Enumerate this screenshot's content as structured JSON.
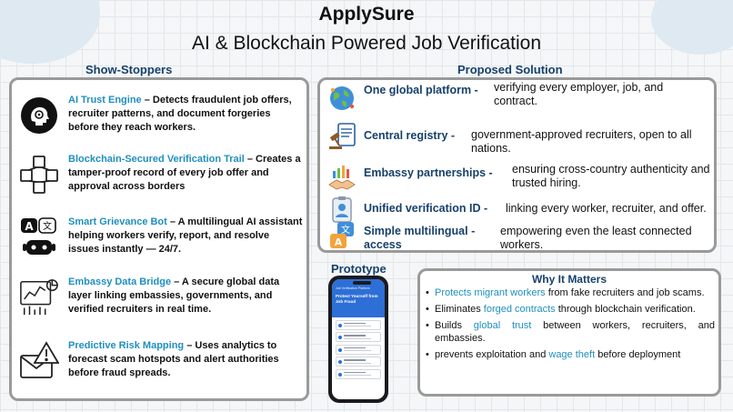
{
  "header": {
    "title": "ApplySure",
    "subtitle": "AI & Blockchain Powered Job Verification"
  },
  "show_stoppers": {
    "heading": "Show-Stoppers",
    "items": [
      {
        "icon": "ai-brain-icon",
        "title": "AI Trust Engine",
        "text": " – Detects fraudulent job offers, recruiter patterns, and document forgeries before they reach workers."
      },
      {
        "icon": "blockchain-icon",
        "title": "Blockchain-Secured Verification Trail",
        "text": " – Creates a tamper-proof record of every job offer and approval across borders"
      },
      {
        "icon": "translation-bot-icon",
        "title": "Smart Grievance Bot",
        "text": " – A multilingual AI assistant helping workers verify, report, and resolve issues instantly — 24/7."
      },
      {
        "icon": "data-dashboard-icon",
        "title": "Embassy Data Bridge",
        "text": " – A secure global data layer linking embassies, governments, and verified recruiters in real time."
      },
      {
        "icon": "alert-mail-icon",
        "title": "Predictive Risk Mapping",
        "text": " – Uses analytics to forecast scam hotspots and alert authorities before fraud spreads."
      }
    ]
  },
  "proposed_solution": {
    "heading": "Proposed Solution",
    "items": [
      {
        "icon": "globe-network-icon",
        "label": "One global platform -",
        "desc": "verifying every employer, job, and contract."
      },
      {
        "icon": "registry-gavel-icon",
        "label": "Central registry -",
        "desc": "government-approved recruiters, open to all nations."
      },
      {
        "icon": "handshake-growth-icon",
        "label": "Embassy partnerships -",
        "desc": "ensuring cross-country authenticity and trusted hiring."
      },
      {
        "icon": "id-badge-icon",
        "label": "Unified verification ID -",
        "desc": "linking every worker, recruiter, and offer."
      },
      {
        "icon": "translate-icon",
        "label": "Simple multilingual - access",
        "desc": "empowering even the least connected workers."
      }
    ]
  },
  "prototype": {
    "heading": "Prototype",
    "app_name": "Job Verification Platform",
    "headline": "Protect Yourself from Job Fraud"
  },
  "why_it_matters": {
    "heading": "Why It Matters",
    "items": [
      {
        "highlight": "Protects migrant workers",
        "before": "",
        "after": " from fake recruiters and job scams."
      },
      {
        "highlight": "forged contracts",
        "before": "Eliminates ",
        "after": " through blockchain verification."
      },
      {
        "highlight": "global trust",
        "before": "Builds ",
        "after": " between workers, recruiters, and embassies."
      },
      {
        "highlight": "wage theft",
        "before": "prevents exploitation and ",
        "after": " before deployment"
      }
    ]
  },
  "colors": {
    "accent_blue": "#1f8fbf",
    "heading_navy": "#17406b",
    "panel_border": "#9a9a9a"
  }
}
